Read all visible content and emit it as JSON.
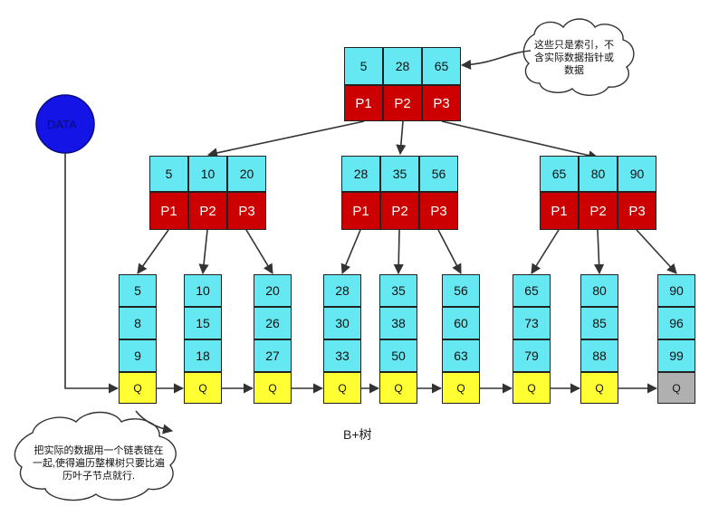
{
  "root": {
    "keys": [
      "5",
      "28",
      "65"
    ],
    "pointers": [
      "P1",
      "P2",
      "P3"
    ]
  },
  "internal_nodes": [
    {
      "keys": [
        "5",
        "10",
        "20"
      ],
      "pointers": [
        "P1",
        "P2",
        "P3"
      ]
    },
    {
      "keys": [
        "28",
        "35",
        "56"
      ],
      "pointers": [
        "P1",
        "P2",
        "P3"
      ]
    },
    {
      "keys": [
        "65",
        "80",
        "90"
      ],
      "pointers": [
        "P1",
        "P2",
        "P3"
      ]
    }
  ],
  "leaves": [
    {
      "values": [
        "5",
        "8",
        "9"
      ],
      "q": "Q"
    },
    {
      "values": [
        "10",
        "15",
        "18"
      ],
      "q": "Q"
    },
    {
      "values": [
        "20",
        "26",
        "27"
      ],
      "q": "Q"
    },
    {
      "values": [
        "28",
        "30",
        "33"
      ],
      "q": "Q"
    },
    {
      "values": [
        "35",
        "38",
        "50"
      ],
      "q": "Q"
    },
    {
      "values": [
        "56",
        "60",
        "63"
      ],
      "q": "Q"
    },
    {
      "values": [
        "65",
        "73",
        "79"
      ],
      "q": "Q"
    },
    {
      "values": [
        "80",
        "85",
        "88"
      ],
      "q": "Q"
    },
    {
      "values": [
        "90",
        "96",
        "99"
      ],
      "q": "Q"
    }
  ],
  "data_node_label": "DATA",
  "caption": "B+树",
  "note_top": "这些只是索引，不含实际数据指针或数据",
  "note_top_lines": [
    "这些只是索引，不",
    "含实际数据指针或",
    "数据"
  ],
  "note_bottom": "把实际的数据用一个链表链在一起,使得遍历整棵树只要比遍历叶子节点就行.",
  "note_bottom_lines": [
    "把实际的数据用一个链表链在",
    "一起,使得遍历整棵树只要比遍",
    "历叶子节点就行."
  ],
  "colors": {
    "key_cell": "#66e8f2",
    "pointer_cell": "#cc0000",
    "q_cell": "#ffff33",
    "q_last": "#b0b0b0",
    "data_circle": "#1414e6"
  }
}
